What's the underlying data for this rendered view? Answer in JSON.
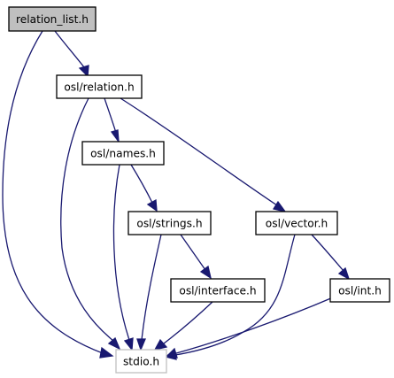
{
  "diagram": {
    "type": "include-dependency-graph",
    "colors": {
      "edge": "#191970",
      "root_fill": "#bfbfbf",
      "node_border": "#000000",
      "leaf_border": "#bfbfbf",
      "background": "#ffffff"
    },
    "nodes": [
      {
        "id": "relation_list_h",
        "label": "relation_list.h",
        "role": "root"
      },
      {
        "id": "osl_relation_h",
        "label": "osl/relation.h",
        "role": "normal"
      },
      {
        "id": "osl_names_h",
        "label": "osl/names.h",
        "role": "normal"
      },
      {
        "id": "osl_strings_h",
        "label": "osl/strings.h",
        "role": "normal"
      },
      {
        "id": "osl_vector_h",
        "label": "osl/vector.h",
        "role": "normal"
      },
      {
        "id": "osl_interface_h",
        "label": "osl/interface.h",
        "role": "normal"
      },
      {
        "id": "osl_int_h",
        "label": "osl/int.h",
        "role": "normal"
      },
      {
        "id": "stdio_h",
        "label": "stdio.h",
        "role": "leaf"
      }
    ],
    "edges": [
      {
        "from": "relation_list_h",
        "to": "osl_relation_h"
      },
      {
        "from": "relation_list_h",
        "to": "stdio_h"
      },
      {
        "from": "osl_relation_h",
        "to": "osl_names_h"
      },
      {
        "from": "osl_relation_h",
        "to": "osl_vector_h"
      },
      {
        "from": "osl_relation_h",
        "to": "stdio_h"
      },
      {
        "from": "osl_names_h",
        "to": "osl_strings_h"
      },
      {
        "from": "osl_names_h",
        "to": "stdio_h"
      },
      {
        "from": "osl_strings_h",
        "to": "osl_interface_h"
      },
      {
        "from": "osl_strings_h",
        "to": "stdio_h"
      },
      {
        "from": "osl_interface_h",
        "to": "stdio_h"
      },
      {
        "from": "osl_vector_h",
        "to": "osl_int_h"
      },
      {
        "from": "osl_vector_h",
        "to": "stdio_h"
      },
      {
        "from": "osl_int_h",
        "to": "stdio_h"
      }
    ]
  }
}
